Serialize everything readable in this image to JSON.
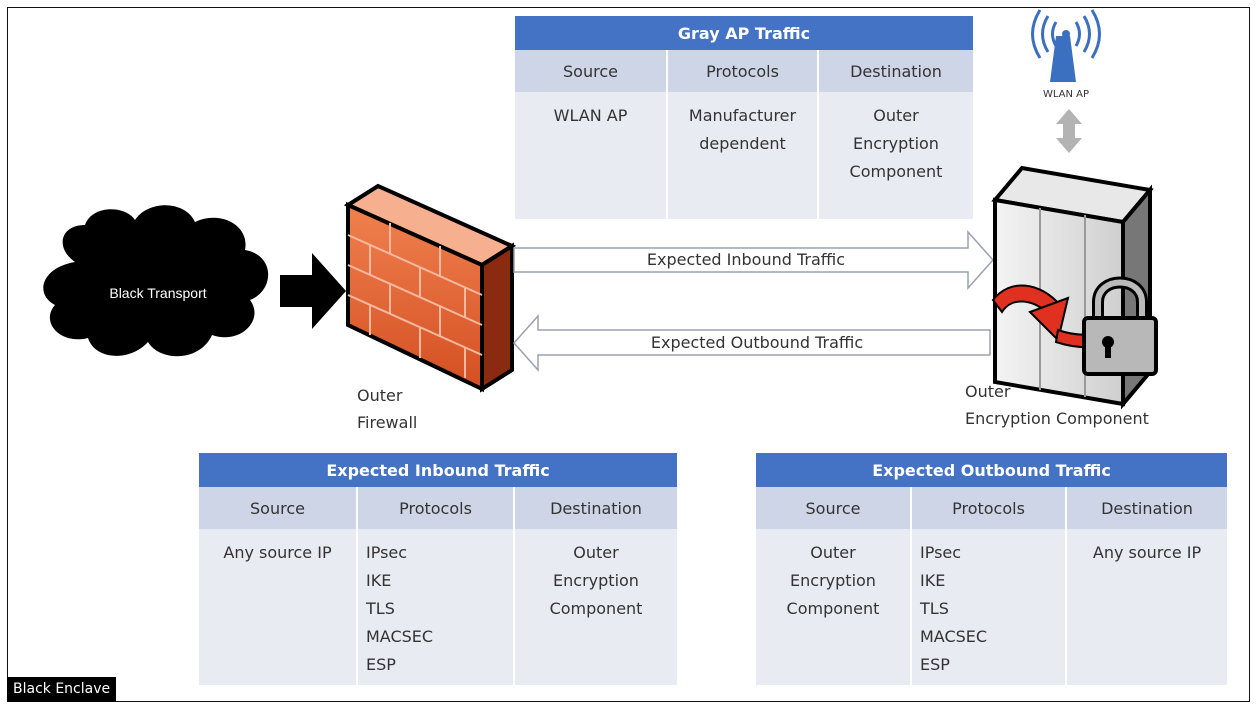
{
  "gray_ap_table": {
    "title": "Gray AP Traffic",
    "headers": [
      "Source",
      "Protocols",
      "Destination"
    ],
    "source": "WLAN AP",
    "protocols": "Manufacturer\ndependent",
    "destination": "Outer\nEncryption\nComponent"
  },
  "inbound_table": {
    "title": "Expected Inbound Traffic",
    "headers": [
      "Source",
      "Protocols",
      "Destination"
    ],
    "source": "Any source IP",
    "protocols": "IPsec\nIKE\nTLS\nMACSEC\nESP",
    "destination": "Outer\nEncryption\nComponent"
  },
  "outbound_table": {
    "title": "Expected Outbound Traffic",
    "headers": [
      "Source",
      "Protocols",
      "Destination"
    ],
    "source": "Outer\nEncryption\nComponent",
    "protocols": "IPsec\nIKE\nTLS\nMACSEC\nESP",
    "destination": "Any source IP"
  },
  "diagram": {
    "cloud_label": "Black Transport",
    "firewall_label": "Outer\nFirewall",
    "encryption_label": "Outer\nEncryption Component",
    "wlan_label": "WLAN AP",
    "inbound_arrow_label": "Expected Inbound Traffic",
    "outbound_arrow_label": "Expected Outbound Traffic",
    "enclave_label": "Black Enclave"
  },
  "colors": {
    "table_title": "#4472c4",
    "table_header": "#ced5e6",
    "table_body": "#e9ebf3",
    "firewall": "#e8663a",
    "wlan_icon": "#3b6fc0"
  }
}
